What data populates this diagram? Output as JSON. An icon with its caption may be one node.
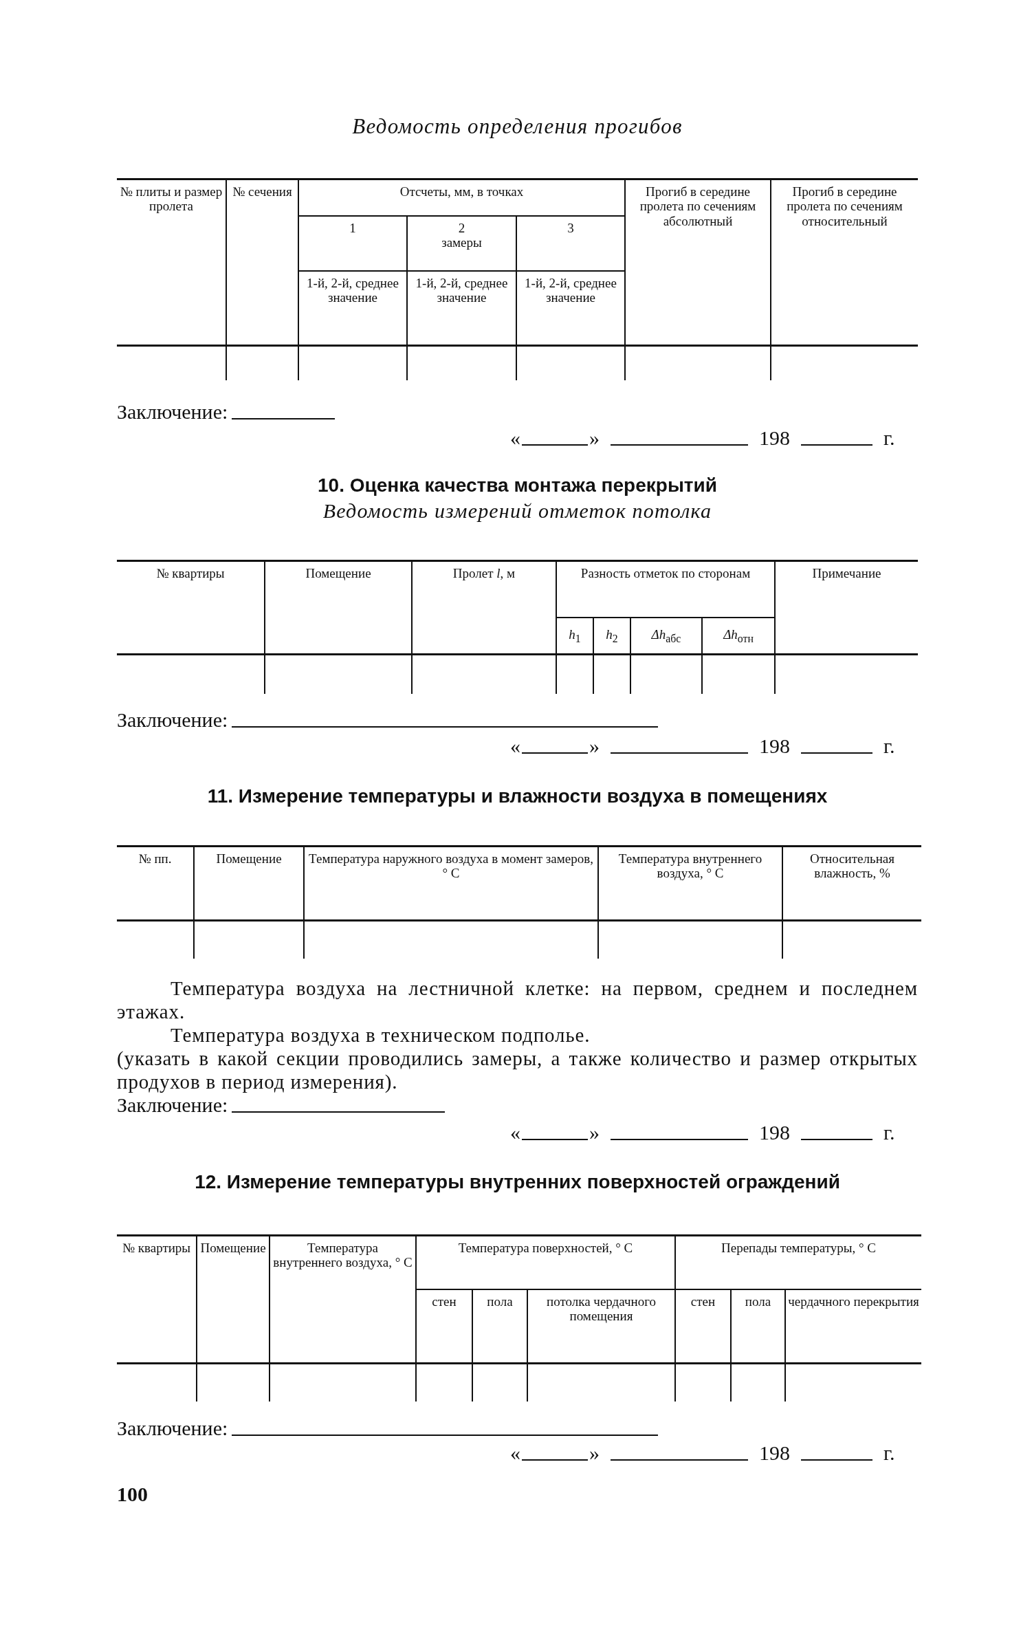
{
  "diagram": {
    "title": "Ведомость определения прогибов",
    "labels": [
      "№ плиты и размер пролета",
      "№ сечения",
      "Отсчеты, мм, в точках",
      "Прогиб в середине пролета по сечениям абсолютный",
      "Прогиб в середине пролета по сечениям относительный",
      "1",
      "2",
      "замеры",
      "3",
      "1-й, 2-й, среднее значение",
      "1-й, 2-й, среднее значение",
      "1-й, 2-й, среднее значение",
      "Заключение:",
      "«",
      "»",
      "198",
      "г.",
      "10. Оценка качества монтажа перекрытий",
      "Ведомость измерений отметок потолка",
      "№ квартиры",
      "Помещение",
      "Пролет *l*, м",
      "Разность отметок по сторонам",
      "Примечание",
      "*h*$_{1}$",
      "*h*$_{2}$",
      "*Δh*$_{абс}$",
      "*Δh*$_{отн}$",
      "Заключение:",
      "«",
      "»",
      "198",
      "г.",
      "11. Измерение температуры и влажности воздуха в помещениях",
      "№ пп.",
      "Помещение",
      "Температура наружного воздуха в момент замеров, ° С",
      "Температура внутреннего воздуха, ° С",
      "Относительная влажность, %",
      "Температура воздуха на лестничной клетке: на первом, среднем и последнем этажах.",
      "Температура воздуха в техническом подполье.",
      "(указать в какой секции проводились замеры, а также количество и размер открытых продухов в период измерения).",
      "Заключение:",
      "«",
      "»",
      "198",
      "г.",
      "12. Измерение температуры внутренних поверхностей ограждений",
      "№ квартиры",
      "Помещение",
      "Температура внутреннего воздуха, ° С",
      "Температура поверхностей, ° С",
      "Перепады температуры, ° С",
      "стен",
      "пола",
      "потолка чердачного помещения",
      "стен",
      "пола",
      "чердачного перекрытия",
      "Заключение:",
      "«",
      "»",
      "198",
      "г.",
      "100"
    ]
  }
}
